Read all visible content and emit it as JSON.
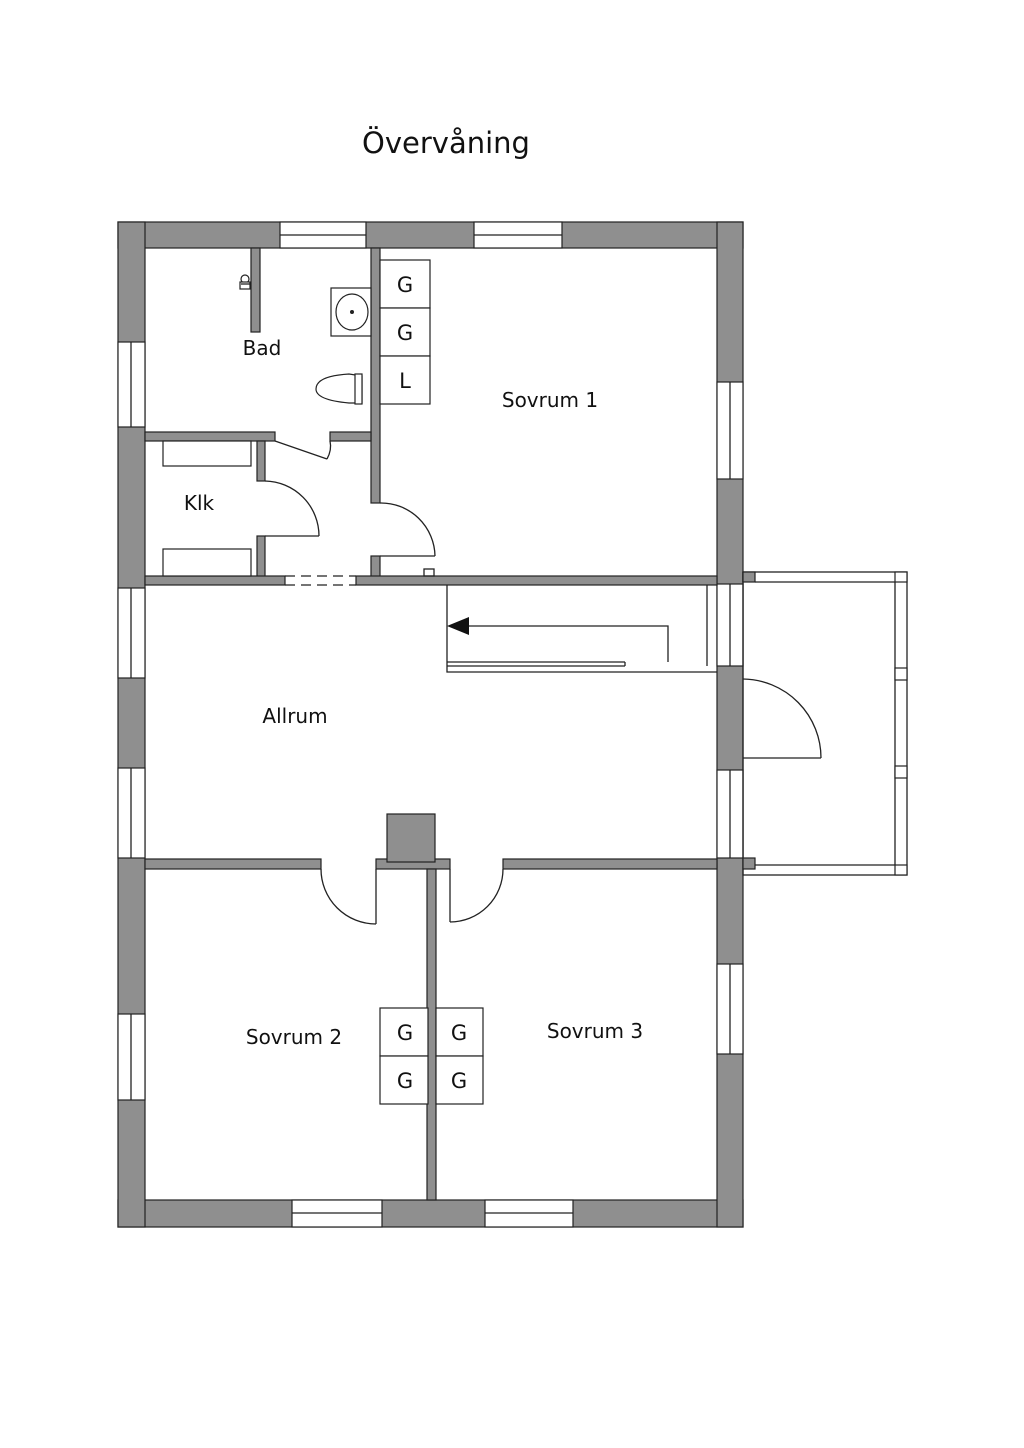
{
  "title": "Övervåning",
  "rooms": {
    "bad": "Bad",
    "klk": "Klk",
    "sovrum1": "Sovrum 1",
    "allrum": "Allrum",
    "sovrum2": "Sovrum 2",
    "sovrum3": "Sovrum 3"
  },
  "storage": {
    "bad_1": "G",
    "bad_2": "G",
    "bad_3": "L",
    "s2_top": "G",
    "s2_bottom": "G",
    "s3_top": "G",
    "s3_bottom": "G"
  },
  "colors": {
    "wall": "#8f8f8f",
    "line": "#222222",
    "background": "#ffffff"
  }
}
